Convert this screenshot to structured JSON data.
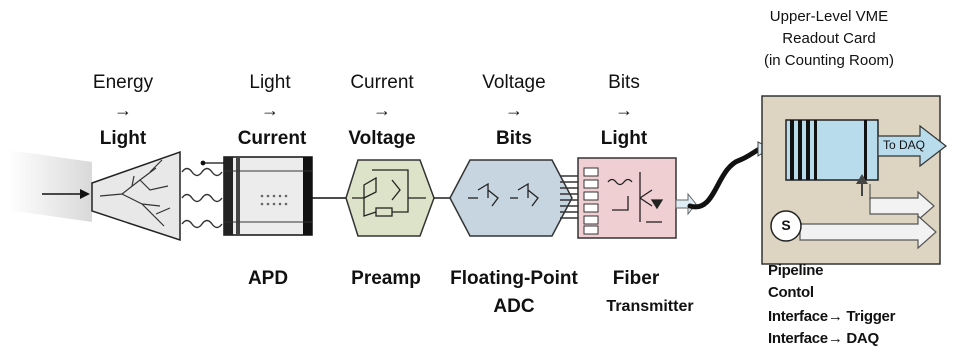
{
  "stages": [
    {
      "from": "Energy",
      "arrow": "→",
      "to": "Light"
    },
    {
      "from": "Light",
      "arrow": "→",
      "to": "Current"
    },
    {
      "from": "Current",
      "arrow": "→",
      "to": "Voltage"
    },
    {
      "from": "Voltage",
      "arrow": "→",
      "to": "Bits"
    },
    {
      "from": "Bits",
      "arrow": "→",
      "to": "Light"
    }
  ],
  "components": {
    "apd": "APD",
    "preamp": "Preamp",
    "adc_line1": "Floating-Point",
    "adc_line2": "ADC",
    "fiber_line1": "Fiber",
    "fiber_line2": "Transmitter"
  },
  "vme": {
    "line1": "Upper-Level VME",
    "line2": "Readout Card",
    "line3": "(in Counting Room)",
    "to_daq": "To DAQ",
    "s_symbol": "S"
  },
  "pipeline": {
    "line1": "Pipeline",
    "line2": "Contol",
    "line3": "Interface→ Trigger",
    "line4": "Interface→ DAQ"
  }
}
